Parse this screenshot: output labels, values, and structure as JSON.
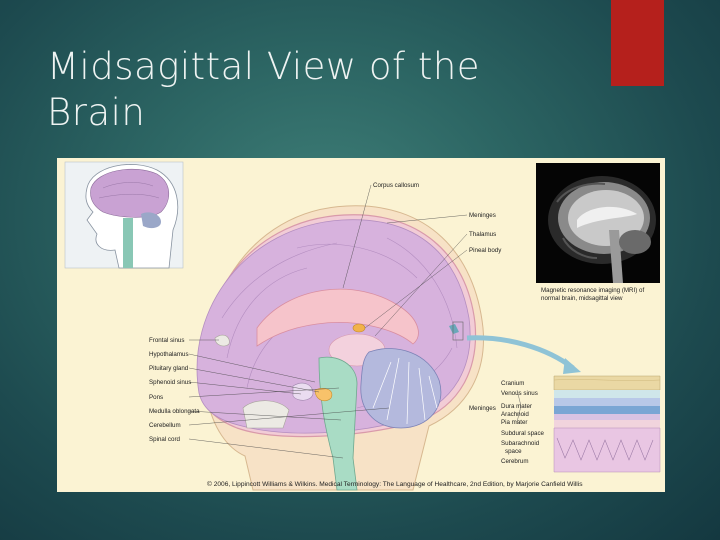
{
  "slide": {
    "title": "Midsagittal View of the Brain",
    "accent_color": "#b5201c"
  },
  "figure": {
    "labels_top": [
      "Corpus callosum",
      "Meninges",
      "Thalamus",
      "Pineal body"
    ],
    "labels_left": [
      "Frontal sinus",
      "Hypothalamus",
      "Pituitary gland",
      "Sphenoid sinus",
      "Pons",
      "Medulla oblongata",
      "Cerebellum",
      "Spinal cord"
    ],
    "mri_caption": [
      "Magnetic resonance imaging (MRI) of",
      "normal brain, midsagittal view"
    ],
    "meninges_group_label": "Meninges",
    "layers": [
      "Cranium",
      "Venous sinus",
      "Dura mater",
      "Arachnoid",
      "Pia mater",
      "Subdural space",
      "Subarachnoid",
      "space",
      "Cerebrum"
    ],
    "credit": "© 2006, Lippincott Williams & Wilkins. Medical Terminology: The Language of Healthcare, 2nd Edition, by Marjorie Canfield Willis"
  }
}
